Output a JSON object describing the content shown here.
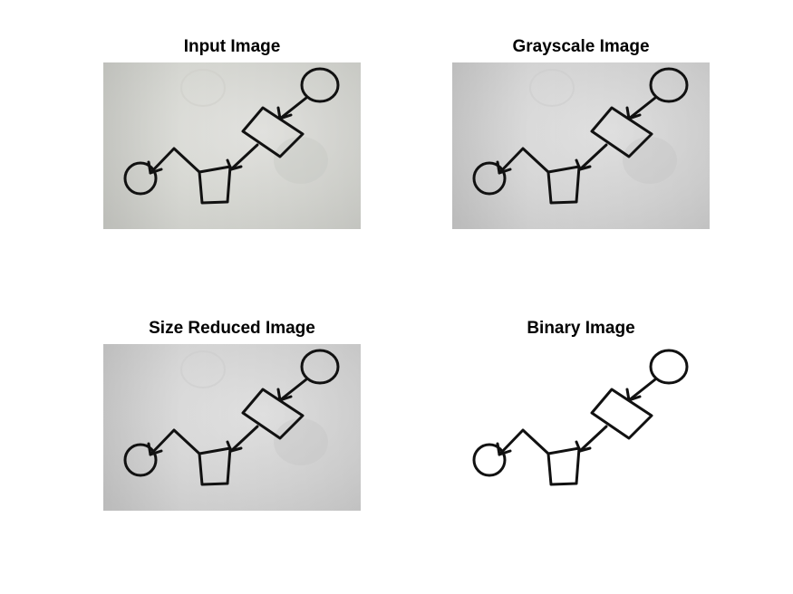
{
  "figure": {
    "panels": [
      {
        "title": "Input Image",
        "tone": "photo-color"
      },
      {
        "title": "Grayscale Image",
        "tone": "photo-gray"
      },
      {
        "title": "Size Reduced Image",
        "tone": "photo-gray"
      },
      {
        "title": "Binary Image",
        "tone": "binary"
      }
    ],
    "colors": {
      "figure_background": "#ffffff",
      "title_text": "#000000",
      "ink": "#111111",
      "paper_color": "#dadad5",
      "paper_gray": "#d8d8d8",
      "binary_background": "#ffffff"
    }
  }
}
